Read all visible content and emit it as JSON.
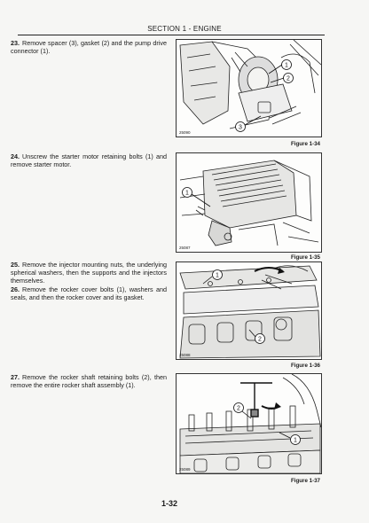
{
  "header": {
    "title": "SECTION 1 - ENGINE"
  },
  "steps": [
    {
      "num": "23.",
      "text": "Remove spacer (3), gasket (2) and the pump drive connector (1)."
    },
    {
      "num": "24.",
      "text": "Unscrew the starter motor retaining bolts (1) and remove starter motor."
    },
    {
      "num": "25.",
      "text": "Remove the injector mounting nuts, the underlying spherical washers, then the supports and the injectors themselves."
    },
    {
      "num": "26.",
      "text": "Remove the rocker cover bolts (1), washers and seals, and then the rocker cover and its gasket."
    },
    {
      "num": "27.",
      "text": "Remove the rocker shaft retaining bolts (2), then remove the entire rocker shaft assembly (1)."
    }
  ],
  "figures": [
    {
      "code": "25090",
      "caption": "Figure 1-34",
      "callouts": [
        "1",
        "2",
        "3"
      ]
    },
    {
      "code": "25087",
      "caption": "Figure 1-35",
      "callouts": [
        "1"
      ]
    },
    {
      "code": "25088",
      "caption": "Figure 1-36",
      "callouts": [
        "1",
        "2"
      ]
    },
    {
      "code": "25089",
      "caption": "Figure 1-37",
      "callouts": [
        "1",
        "2"
      ]
    }
  ],
  "footer": {
    "page_number": "1-32"
  }
}
